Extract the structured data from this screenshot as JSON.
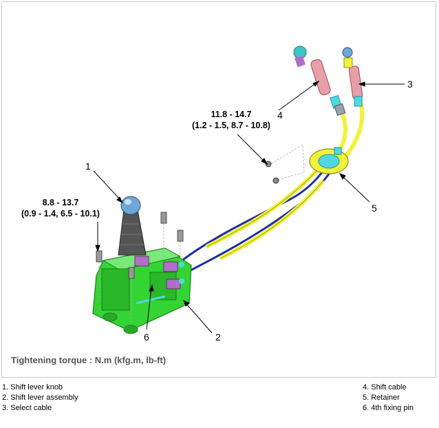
{
  "torque_top": {
    "line1": "11.8 - 14.7",
    "line2": "(1.2 - 1.5, 8.7 - 10.8)"
  },
  "torque_left": {
    "line1": "8.8 - 13.7",
    "line2": "(0.9 - 1.4, 6.5 - 10.1)"
  },
  "callouts": {
    "c1": "1",
    "c2": "2",
    "c3": "3",
    "c4": "4",
    "c5": "5",
    "c6": "6"
  },
  "caption": "Tightening torque : N.m (kfg.m, lb-ft)",
  "legend": {
    "left": [
      "1. Shift lever knob",
      "2. Shift lever assembly",
      "3. Select cable"
    ],
    "right": [
      "4. Shift cable",
      "5. Retainer",
      "6. 4th fixing pin"
    ]
  },
  "colors": {
    "body_green": "#35d435",
    "cable_yellow": "#f2f23a",
    "knob_blue": "#6fa8d8",
    "sleeve_pink": "#e8a0a8",
    "purple": "#b070c8",
    "cyan": "#50d8e0"
  }
}
